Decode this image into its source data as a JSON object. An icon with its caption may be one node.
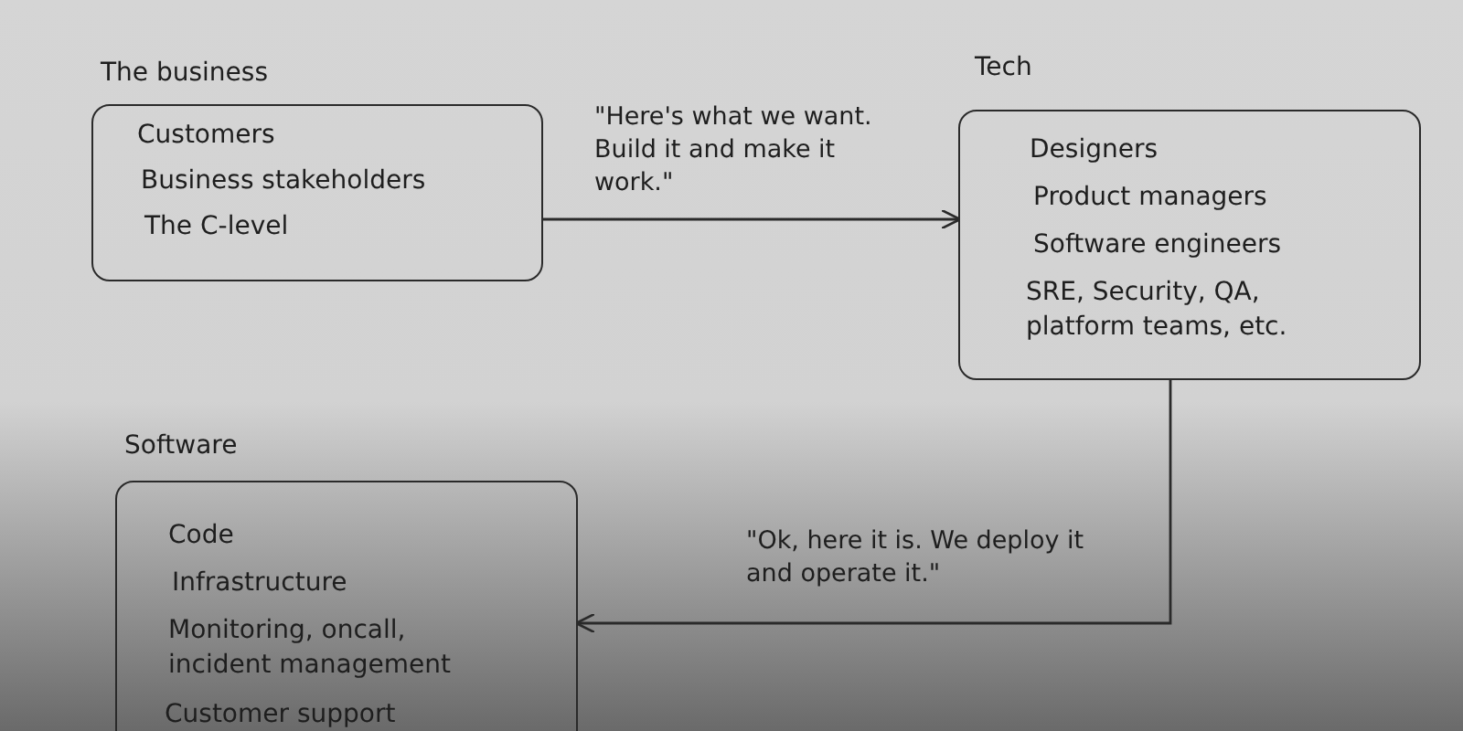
{
  "diagram": {
    "nodes": [
      {
        "text": [
          "The business",
          "Customers",
          "Business stakeholders",
          "The C-level"
        ]
      },
      {
        "text": [
          "Tech",
          "Designers",
          "Product managers",
          "Software engineers",
          "SRE, Security, QA, platform teams, etc."
        ]
      },
      {
        "text": [
          "Software",
          "Code",
          "Infrastructure",
          "Monitoring, oncall, incident management",
          "Customer support"
        ]
      }
    ],
    "edges": [
      {
        "from": 0,
        "to": 1,
        "arrow": "to",
        "label": "\"Here's what we want. Build it and make it work.\""
      },
      {
        "from": 1,
        "to": 2,
        "arrow": "to",
        "label": "\"Ok, here it is. We deploy it and operate it.\""
      }
    ]
  }
}
